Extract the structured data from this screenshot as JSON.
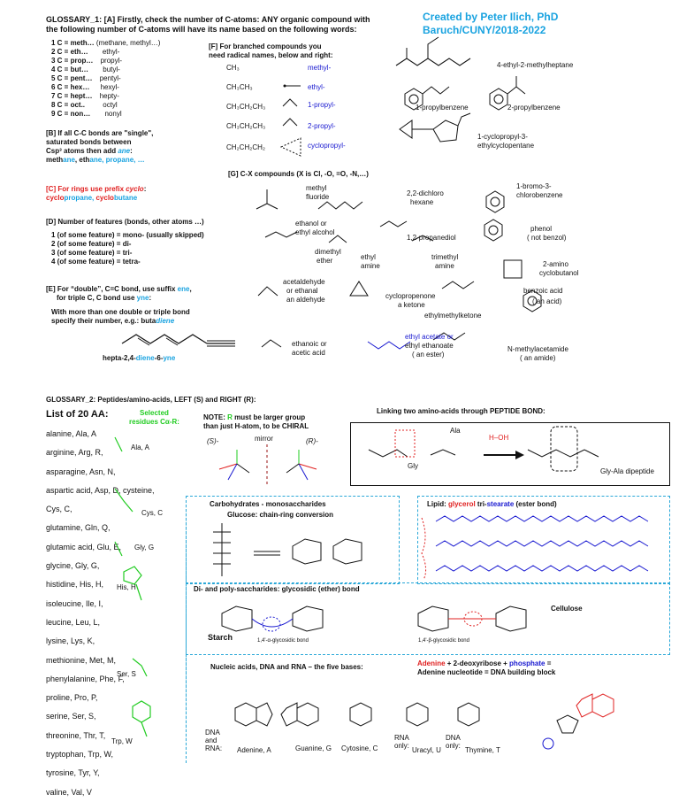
{
  "credit": {
    "line1": "Created by Peter Ilich, PhD",
    "line2": "Baruch/CUNY/2018-2022"
  },
  "g1": {
    "title": "GLOSSARY_1: [A] Firstly, check the number of C-atoms: ANY organic compound with",
    "title2": "the following number of C-atoms will have its name based on the following words:",
    "counts": [
      {
        "n": "1 C = meth…",
        "ex": "(methane, methyl…)"
      },
      {
        "n": "2 C = eth…",
        "ex": "ethyl-"
      },
      {
        "n": "3 C = prop…",
        "ex": "propyl-"
      },
      {
        "n": "4 C = but…",
        "ex": "butyl-"
      },
      {
        "n": "5 C = pent…",
        "ex": "pentyl-"
      },
      {
        "n": "6 C = hex…",
        "ex": "hexyl-"
      },
      {
        "n": "7 C = hept…",
        "ex": "hepty-"
      },
      {
        "n": "8 C = oct..",
        "ex": "octyl"
      },
      {
        "n": "9 C = non…",
        "ex": "nonyl"
      }
    ],
    "b_title": "[B] If all C-C bonds are \"single\",",
    "b_l2": "saturated bonds between",
    "b_l3": "Csp³ atoms then add ",
    "b_ane": "ane",
    "b_ex": {
      "a": "meth",
      "b": "ane",
      "c": ", eth",
      "d": "ane",
      ", ": "",
      "e": ",  propane, …"
    },
    "c_title": "[C] For rings use prefix ",
    "c_cyclo": "cyclo",
    "c_ex1": "cyclo",
    "c_ex1b": "propane, ",
    "c_ex2": "cyclo",
    "c_ex2b": "butane",
    "d_title": "[D] Number of features (bonds, other atoms …)",
    "d_items": [
      "1 (of some feature) = mono- (usually skipped)",
      "2 (of some feature) = di-",
      "3 (of some feature) = tri-",
      "4 (of some feature) = tetra-"
    ],
    "e_l1": "[E] For “double”, C=C bond, use suffix ",
    "e_ene": "ene",
    "e_l2": "for triple C, C bond use ",
    "e_yne": "yne",
    "e_l3": "With more than one double or triple bond",
    "e_l4": "specify their number, e.g.: buta",
    "e_diene": "diene",
    "e_name_a": "hepta-2,4-",
    "e_name_b": "diene",
    "e_name_c": "-6-",
    "e_name_d": "yne",
    "f_title": "[F] For branched compounds  you",
    "f_title2": "need radical names, below and right:",
    "f_rows": [
      {
        "formula": "CH₃",
        "name": "methyl-"
      },
      {
        "formula": "CH₃CH₃",
        "name": "ethyl-"
      },
      {
        "formula": "CH₃CH₂CH₃",
        "name": "1-propyl-"
      },
      {
        "formula": "CH₃CH₂CH₃",
        "name": "2-propyl-"
      },
      {
        "formula": "CH₂CH₂CH₂",
        "name": "cyclopropyl-"
      }
    ],
    "named": [
      "4-ethyl-2-methylheptane",
      "1-propylbenzene",
      "2-propylbenzene",
      "1-cyclopropyl-3-",
      "ethylcyclopentane"
    ],
    "g_title": "[G] C-X compounds  (X is Cl, -O, =O, -N,…)",
    "g_items": [
      "methyl",
      "fluoride",
      "2,2-dichloro",
      "hexane",
      "1-bromo-3-",
      "chlorobenzene",
      "ethanol or",
      "ethyl alcohol",
      "1,2-propanediol",
      "phenol",
      "( not benzol)",
      "dimethyl",
      "ether",
      "ethyl",
      "amine",
      "trimethyl",
      "amine",
      "2-amino",
      "cyclobutanol",
      "acetaldehyde",
      "or ethanal",
      "an aldehyde",
      "cyclopropenone",
      "a ketone",
      "ethylmethylketone",
      "benzoic acid",
      "( an acid)",
      "ethanoic or",
      "acetic acid",
      "ethyl acetate or",
      "ethyl ethanoate",
      "( an ester)",
      "N-methylacetamide",
      "( an amide)"
    ]
  },
  "g2": {
    "title": "GLOSSARY_2: Peptides/amino-acids, LEFT (S) and RIGHT (R):",
    "list_title": "List of 20 AA:",
    "selected": "Selected",
    "selected2": "residues Cα-R:",
    "aa": [
      "alanine, Ala, A",
      "arginine, Arg, R,",
      "asparagine, Asn, N,",
      "aspartic  acid, Asp, D, cysteine,",
      "Cys, C,",
      "glutamine, Gln, Q,",
      "glutamic acid, Glu, E,",
      "glycine, Gly, G,",
      "histidine, His, H,",
      "isoleucine, Ile, I,",
      "leucine, Leu, L,",
      "lysine, Lys, K,",
      "methionine, Met, M,",
      "phenylalanine, Phe, F,",
      "proline, Pro, P,",
      "serine, Ser, S,",
      "threonine, Thr, T,",
      "tryptophan, Trp, W,",
      "tyrosine, Tyr, Y,",
      "valine, Val, V"
    ],
    "res_labels": [
      "Ala, A",
      "Cys, C",
      "Gly, G",
      "His, H",
      "Ser, S",
      "Trp, W"
    ],
    "note1": "NOTE: ",
    "note_r": "R",
    "note2": " must be larger group",
    "note3": "than just H-atom, to be CHIRAL",
    "s_label": "(S)-",
    "mirror": "mirror",
    "r_label": "(R)-",
    "peptide_title": "Linking two amino-acids through PEPTIDE BOND:",
    "pep_labels": [
      "Gly",
      "Ala",
      "H–OH",
      "Gly-Ala dipeptide"
    ],
    "carb_title": "Carbohydrates - monosaccharides",
    "carb_sub": "Glucose: chain-ring conversion",
    "lipid_a": "Lipid: ",
    "lipid_b": "glycerol",
    "lipid_c": " tri-",
    "lipid_d": "stearate",
    "lipid_e": " (ester bond)",
    "di_title": "Di- and poly-saccharides: glycosidic (ether) bond",
    "starch": "Starch",
    "cellulose": "Cellulose",
    "alpha_bond": "1,4'-α-glycosidic bond",
    "beta_bond": "1,4'-β-glycosidic bond",
    "na_title": "Nucleic acids, DNA and RNA – the five bases:",
    "adenine_a": "Adenine",
    "adenine_b": " + 2-deoxyribose + ",
    "adenine_c": "phosphate",
    "adenine_d": " =",
    "adenine_line2": "Adenine nucleotide = DNA building block",
    "dna_rna": "DNA\nand\nRNA:",
    "bases": [
      "Adenine, A",
      "Guanine, G",
      "Cytosine, C",
      "Uracyl, U",
      "Thymine, T"
    ],
    "rna_only": "RNA\nonly:",
    "dna_only": "DNA\nonly:"
  },
  "colors": {
    "red": "#e02020",
    "blue": "#1818d0",
    "cyan": "#1aa3e0",
    "green": "#22cc22",
    "dash": "#2aa8d8"
  }
}
